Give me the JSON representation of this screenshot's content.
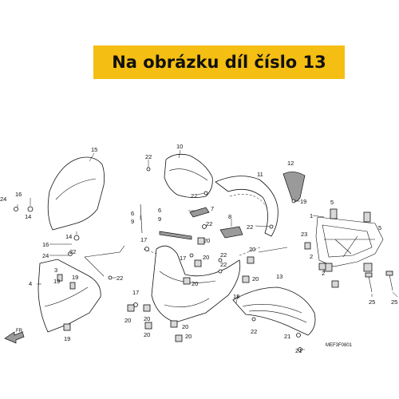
{
  "banner": {
    "text": "Na obrázku díl číslo 13",
    "color": "#f5be12"
  },
  "diagram": {
    "code": "MEF3F0801",
    "arrow_label": "FR.",
    "callouts": {
      "c15": "15",
      "c10": "10",
      "c22a": "22",
      "c11": "11",
      "c12": "12",
      "c24a": "24",
      "c16a": "16",
      "c14a": "14",
      "c22b": "22",
      "c7": "7",
      "c6a": "6",
      "c9a": "9",
      "c6b": "6",
      "c9b": "9",
      "c22c": "22",
      "c20a": "20",
      "c8": "8",
      "c22d": "22",
      "c1": "1",
      "c5a": "5",
      "c19a": "19",
      "c14b": "14",
      "c23": "23",
      "c5b": "5",
      "c16b": "16",
      "c22e": "22",
      "c17a": "17",
      "c24b": "24",
      "c22f": "22",
      "c17b": "17",
      "c20b": "20",
      "c22g": "22",
      "c20c": "20",
      "c20d": "20",
      "c2a": "2",
      "c3": "3",
      "c19b": "19",
      "c19c": "19",
      "c4": "4",
      "c22h": "22",
      "c20e": "20",
      "c13": "13",
      "c2b": "2",
      "c25a": "25",
      "c25b": "25",
      "c17c": "17",
      "c18": "18",
      "c20f": "20",
      "c20g": "20",
      "c20h": "20",
      "c20i": "20",
      "c20j": "20",
      "c22i": "22",
      "c19d": "19",
      "c21a": "21",
      "c21b": "21"
    }
  }
}
